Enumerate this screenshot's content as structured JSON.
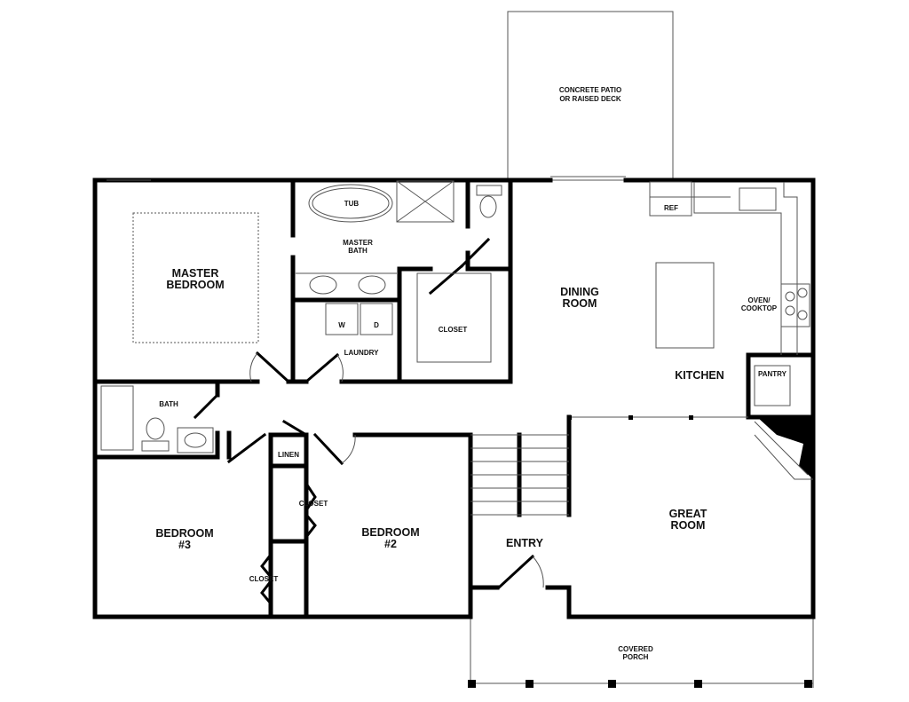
{
  "title": "Floor Plan",
  "rooms": {
    "patio": [
      "CONCRETE PATIO",
      "OR RAISED DECK"
    ],
    "master_bedroom": [
      "MASTER",
      "BEDROOM"
    ],
    "tub": "TUB",
    "master_bath": [
      "MASTER",
      "BATH"
    ],
    "washer": "W",
    "dryer": "D",
    "laundry": "LAUNDRY",
    "master_closet": "CLOSET",
    "dining": [
      "DINING",
      "ROOM"
    ],
    "ref": "REF",
    "oven": [
      "OVEN/",
      "COOKTOP"
    ],
    "kitchen": "KITCHEN",
    "pantry": "PANTRY",
    "bath": "BATH",
    "linen": "LINEN",
    "closet_hall": "CLOSET",
    "closet_bed3": "CLOSET",
    "bedroom3": [
      "BEDROOM",
      "#3"
    ],
    "bedroom2": [
      "BEDROOM",
      "#2"
    ],
    "entry": "ENTRY",
    "great_room": [
      "GREAT",
      "ROOM"
    ],
    "porch": [
      "COVERED",
      "PORCH"
    ]
  }
}
